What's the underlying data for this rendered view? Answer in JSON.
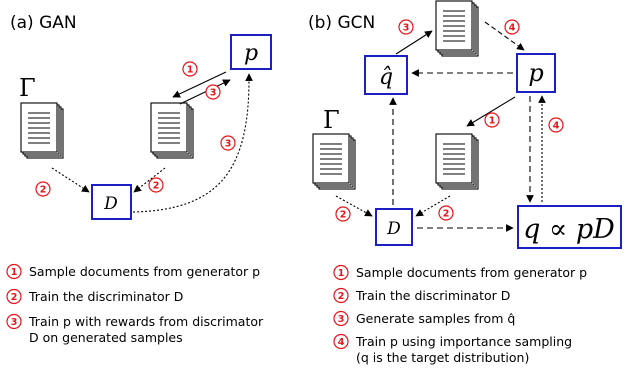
{
  "panel_a": {
    "title": "(a) GAN",
    "gamma": "Γ",
    "generator": "p",
    "discriminator": "D",
    "legend": [
      {
        "num": "1",
        "lines": [
          "Sample documents from generator p"
        ]
      },
      {
        "num": "2",
        "lines": [
          "Train the discriminator D"
        ]
      },
      {
        "num": "3",
        "lines": [
          "Train p with rewards from discrimator",
          "D on generated samples"
        ]
      }
    ]
  },
  "panel_b": {
    "title": "(b) GCN",
    "gamma": "Γ",
    "generator": "p",
    "proposal": "q̂",
    "discriminator": "D",
    "target": "q ∝ pD",
    "legend": [
      {
        "num": "1",
        "lines": [
          "Sample documents from generator p"
        ]
      },
      {
        "num": "2",
        "lines": [
          "Train the discriminator D"
        ]
      },
      {
        "num": "3",
        "lines": [
          "Generate  samples from q̂"
        ]
      },
      {
        "num": "4",
        "lines": [
          "Train p using importance sampling",
          "(q is the target distribution)"
        ]
      }
    ]
  },
  "colors": {
    "box_border": "#1c1fc4",
    "step_number": "#e8141a"
  }
}
